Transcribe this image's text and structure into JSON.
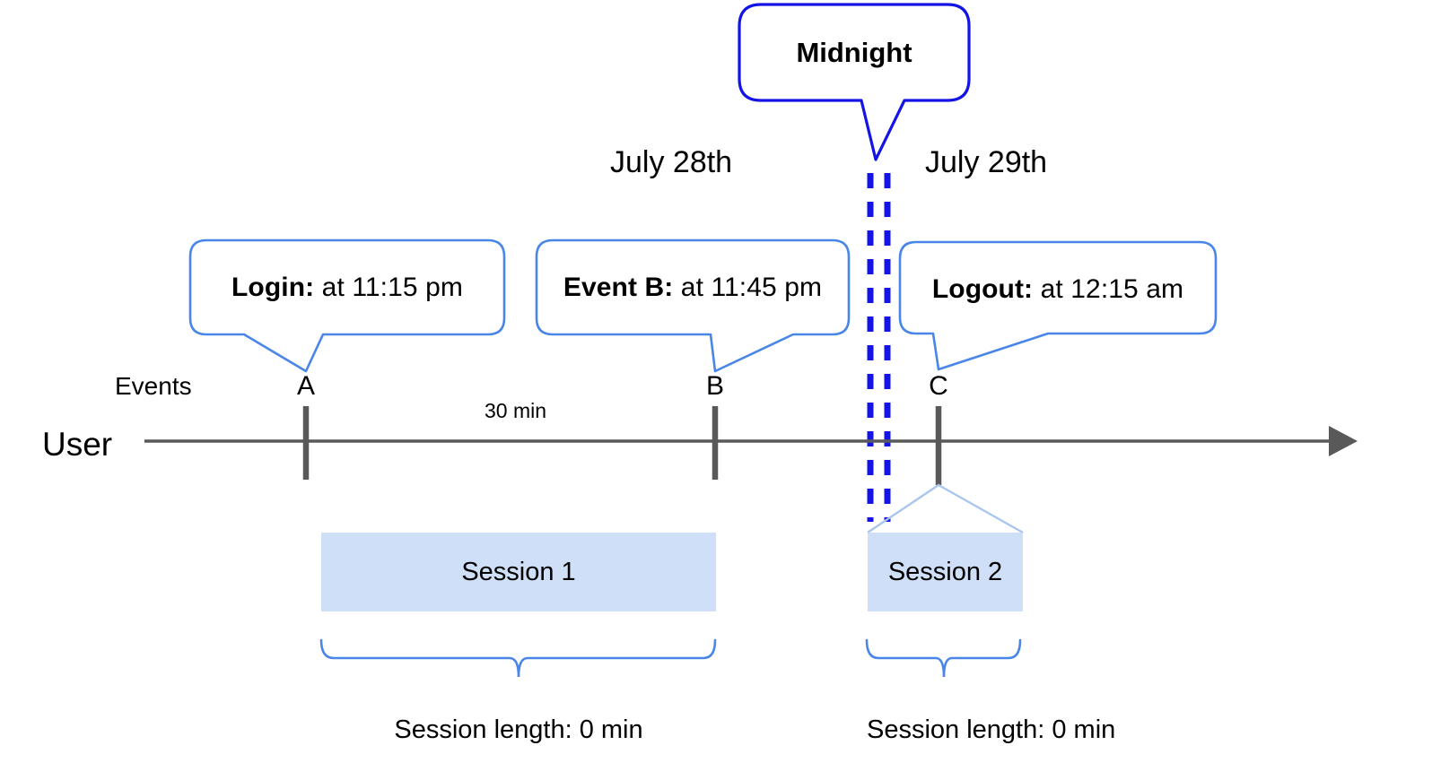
{
  "diagram": {
    "title": "User session timeline across midnight",
    "colors": {
      "midnight_stroke": "#1414e6",
      "callout_stroke": "#4a86e8",
      "session_fill": "#cfdff7",
      "axis_stroke": "#595959",
      "tick_stroke": "#595959",
      "brace_stroke": "#4a86e8",
      "tent_stroke": "#a9c6ef",
      "text": "#000000"
    }
  },
  "midnight_callout": {
    "label": "Midnight",
    "icon": "speech-bubble-icon"
  },
  "day_labels": [
    {
      "id": "day-july-28",
      "text": "July 28th"
    },
    {
      "id": "day-july-29",
      "text": "July 29th"
    }
  ],
  "event_callouts": [
    {
      "id": "callout-login",
      "bold": "Login:",
      "rest": " at 11:15 pm",
      "marker": "A"
    },
    {
      "id": "callout-event-b",
      "bold": "Event B:",
      "rest": " at 11:45 pm",
      "marker": "B"
    },
    {
      "id": "callout-logout",
      "bold": "Logout:",
      "rest": " at 12:15 am",
      "marker": "C"
    }
  ],
  "axis": {
    "row_label": "User",
    "events_label": "Events",
    "markers": [
      "A",
      "B",
      "C"
    ],
    "gap_label": "30 min",
    "arrow_icon": "arrow-right-icon"
  },
  "sessions": [
    {
      "id": "session-1",
      "label": "Session 1",
      "caption": "Session length: 0 min"
    },
    {
      "id": "session-2",
      "label": "Session 2",
      "caption": "Session length: 0 min"
    }
  ]
}
